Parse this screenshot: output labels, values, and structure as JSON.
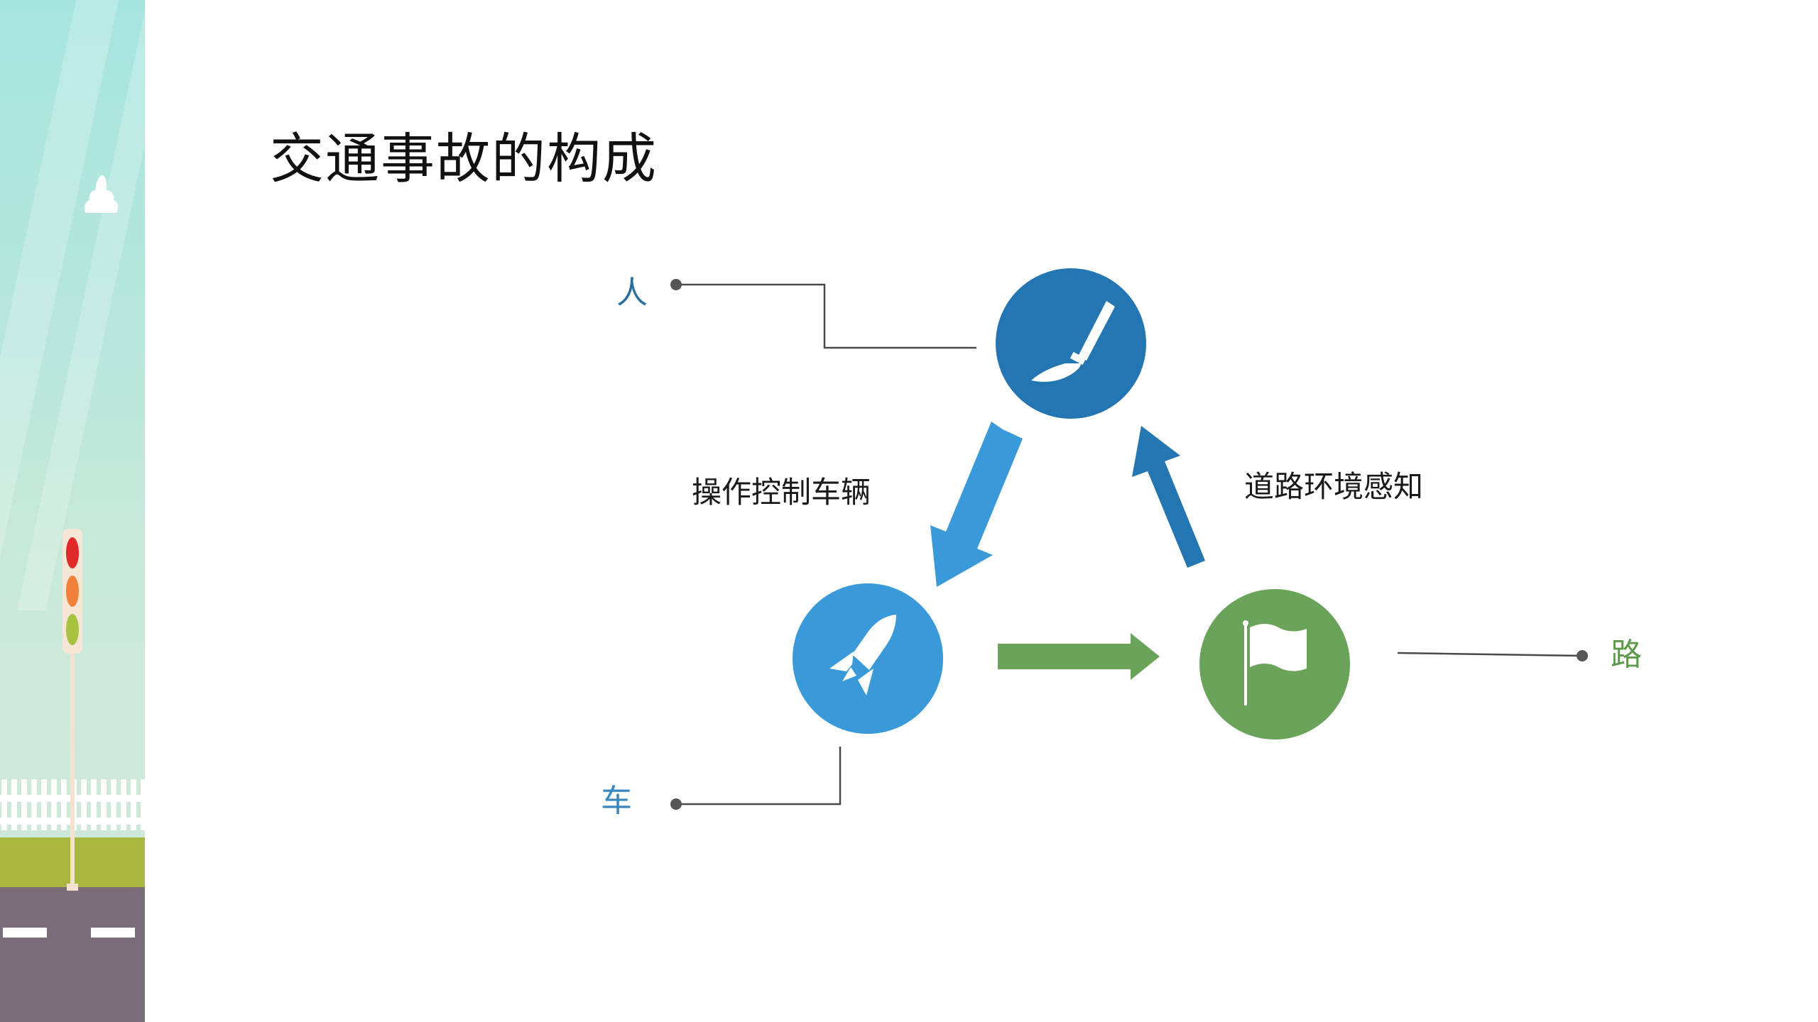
{
  "slide": {
    "title": "交通事故的构成"
  },
  "diagram": {
    "nodes": {
      "person": {
        "label": "人",
        "icon": "paintbrush-icon",
        "color": "#2376b2"
      },
      "vehicle": {
        "label": "车",
        "icon": "rocket-icon",
        "color": "#3a9ad9"
      },
      "road": {
        "label": "路",
        "icon": "flag-icon",
        "color": "#6aa35a"
      }
    },
    "relations": {
      "person_to_vehicle": {
        "label": "操作控制车辆",
        "color": "#3a9ad9"
      },
      "vehicle_to_road": {
        "color": "#6aa35a"
      },
      "road_to_person": {
        "label": "道路环境感知",
        "color": "#2376b2"
      }
    },
    "label_colors": {
      "person": "#2a6ea0",
      "vehicle": "#3a87c0",
      "road": "#5e9a4c"
    },
    "connector_color": "#4a4a4a"
  }
}
